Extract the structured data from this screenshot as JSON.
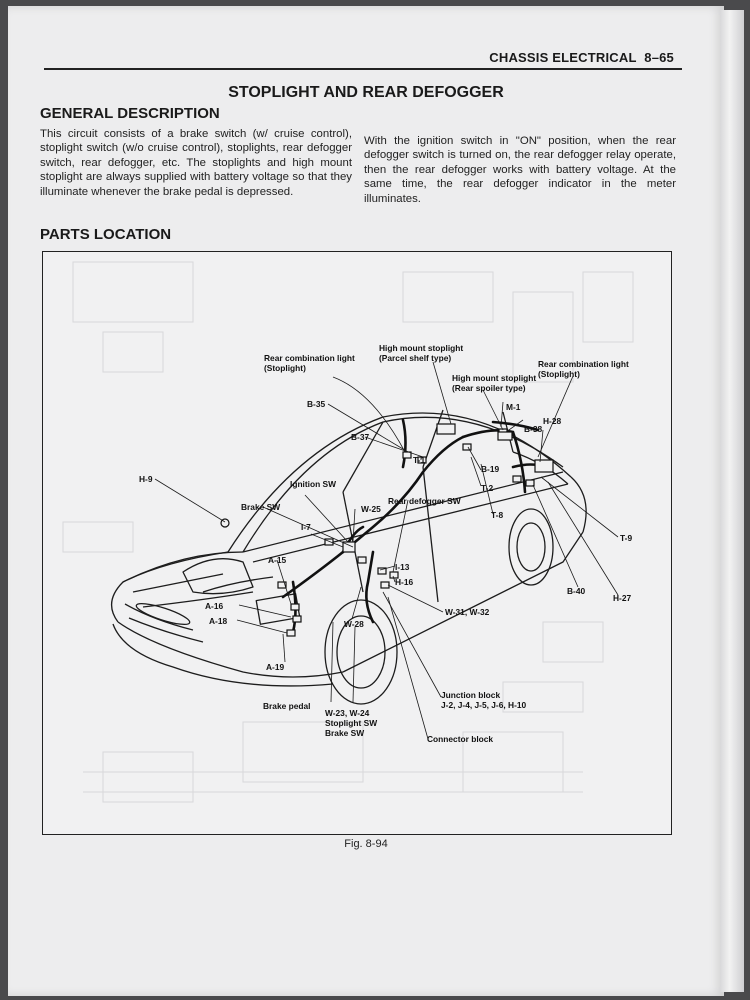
{
  "header": {
    "running_head": "CHASSIS ELECTRICAL",
    "page_number": "8–65"
  },
  "title": "STOPLIGHT AND REAR DEFOGGER",
  "general_description": {
    "heading": "GENERAL DESCRIPTION",
    "left_text": "This circuit consists of a brake switch (w/ cruise control), stoplight switch (w/o cruise control), stoplights, rear defogger switch, rear defogger, etc. The stoplights and high mount stoplight are always supplied with battery voltage so that they illuminate whenever the brake pedal is depressed.",
    "right_text": "With the ignition switch in \"ON\" position, when the rear defogger switch is turned on, the rear defogger relay operate, then the rear defogger works with battery voltage. At the same time, the rear defogger indicator in the meter illuminates."
  },
  "parts_location": {
    "heading": "PARTS LOCATION",
    "labels": {
      "rear_comb_left_1": "Rear combination light",
      "rear_comb_left_2": "(Stoplight)",
      "high_mount_parcel_1": "High mount stoplight",
      "high_mount_parcel_2": "(Parcel shelf type)",
      "high_mount_spoiler_1": "High mount stoplight",
      "high_mount_spoiler_2": "(Rear spoiler type)",
      "rear_comb_right_1": "Rear combination light",
      "rear_comb_right_2": "(Stoplight)",
      "b35": "B-35",
      "b37": "B-37",
      "t1": "T-1",
      "m1": "M-1",
      "b38": "B-38",
      "h28": "H-28",
      "b19": "B-19",
      "t2": "T-2",
      "t8": "T-8",
      "h9": "H-9",
      "ignition_sw": "Ignition SW",
      "brake_sw": "Brake SW",
      "w25": "W-25",
      "rear_defogger_sw": "Rear defogger SW",
      "i7": "I-7",
      "i13": "I-13",
      "h16": "H-16",
      "a15": "A-15",
      "a16": "A-16",
      "a18": "A-18",
      "w28": "W-28",
      "w31_w32": "W-31, W-32",
      "a19": "A-19",
      "t9": "T-9",
      "b40": "B-40",
      "h27": "H-27",
      "junction_block_1": "Junction block",
      "junction_block_2": "J-2, J-4, J-5, J-6, H-10",
      "brake_pedal": "Brake pedal",
      "w23_w24": "W-23, W-24",
      "stoplight_sw": "Stoplight SW",
      "brake_sw_2": "Brake SW",
      "connector_block": "Connector block"
    }
  },
  "figure_caption": "Fig. 8-94"
}
